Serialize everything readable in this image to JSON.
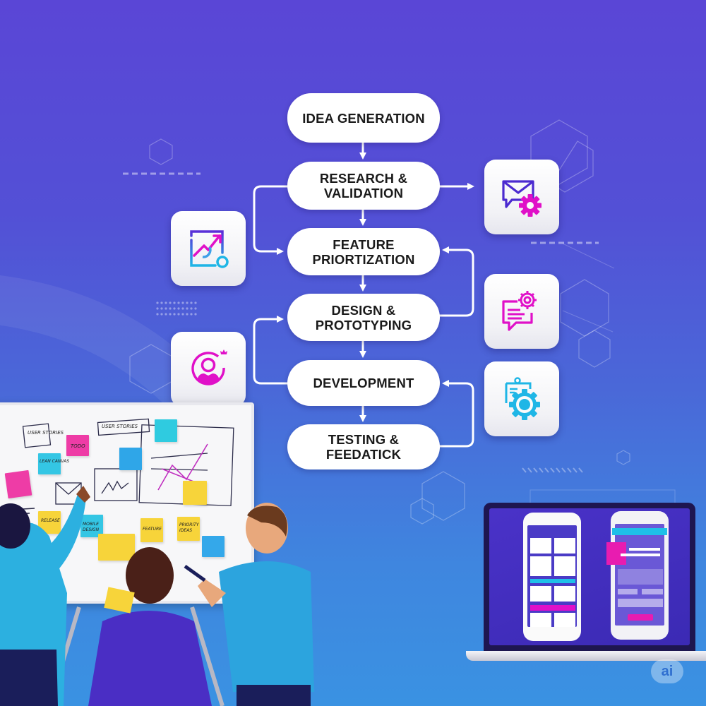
{
  "diagram": {
    "title": "Product development process flowchart",
    "steps": [
      {
        "id": "idea",
        "label": "IDEA GENERATION"
      },
      {
        "id": "research",
        "label": "RESEARCH &\nVALIDATION"
      },
      {
        "id": "feature",
        "label": "FEATURE\nPRIORTIZATION"
      },
      {
        "id": "design",
        "label": "DESIGN &\nPROTOTYPING"
      },
      {
        "id": "development",
        "label": "DEVELOPMENT"
      },
      {
        "id": "testing",
        "label": "TESTING &\nFEEDATICK"
      }
    ],
    "connections": [
      {
        "from": "idea",
        "to": "research",
        "type": "down-arrow"
      },
      {
        "from": "research",
        "to": "feature",
        "type": "down-arrow"
      },
      {
        "from": "feature",
        "to": "design",
        "type": "down-arrow"
      },
      {
        "from": "design",
        "to": "development",
        "type": "down-arrow"
      },
      {
        "from": "development",
        "to": "testing",
        "type": "down-arrow"
      },
      {
        "from": "research",
        "to": "feature",
        "type": "left-loop"
      },
      {
        "from": "design",
        "to": "feature",
        "type": "right-loop"
      },
      {
        "from": "development",
        "to": "design",
        "type": "left-loop"
      },
      {
        "from": "testing",
        "to": "development",
        "type": "right-loop"
      },
      {
        "from": "research",
        "to": "email-gear-card",
        "type": "right-arrow"
      }
    ],
    "icon_cards": [
      {
        "name": "analytics-chart-icon",
        "position": "left-upper"
      },
      {
        "name": "email-settings-icon",
        "position": "right-upper"
      },
      {
        "name": "chat-settings-icon",
        "position": "right-middle"
      },
      {
        "name": "user-profile-icon",
        "position": "left-lower"
      },
      {
        "name": "clipboard-gear-icon",
        "position": "right-lower"
      }
    ]
  },
  "whiteboard": {
    "notes": [
      "USER STORIES",
      "USER STORIES",
      "LEAN CANVAS",
      "TODO",
      "FEATURE",
      "PRIORITY IDEAS",
      "RELEASE",
      "MOBILE DESIGN"
    ]
  },
  "badge": {
    "label": "ai"
  },
  "colors": {
    "background_top": "#5a46d6",
    "background_bottom": "#3a92e2",
    "step_fill": "#ffffff",
    "step_text": "#1a1a1a",
    "accent_magenta": "#e010c8",
    "accent_cyan": "#1fb6e6",
    "accent_purple": "#4b2ad0"
  }
}
